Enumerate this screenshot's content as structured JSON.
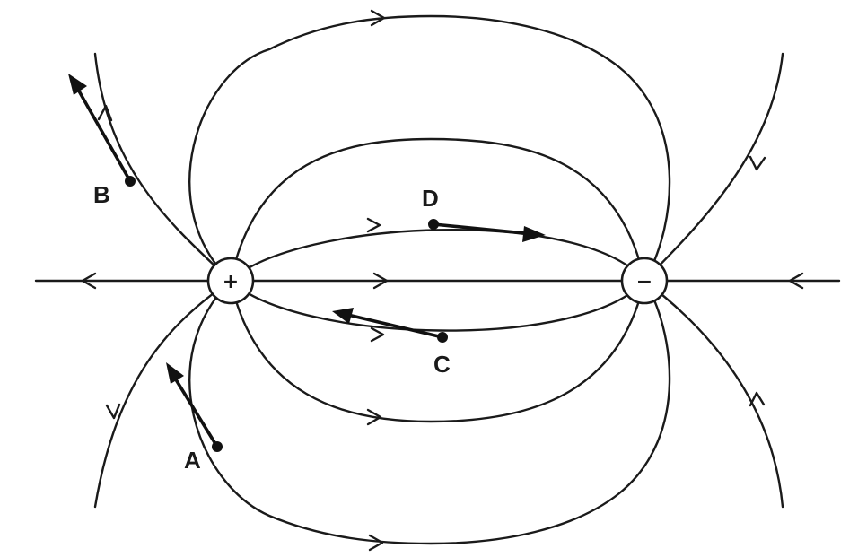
{
  "charges": [
    {
      "id": "positive",
      "sign": "+"
    },
    {
      "id": "negative",
      "sign": "−"
    }
  ],
  "points": [
    {
      "id": "A",
      "label": "A"
    },
    {
      "id": "B",
      "label": "B"
    },
    {
      "id": "C",
      "label": "C"
    },
    {
      "id": "D",
      "label": "D"
    }
  ],
  "colors": {
    "line": "#1a1a1a",
    "vector": "#111111",
    "background": "#ffffff"
  }
}
